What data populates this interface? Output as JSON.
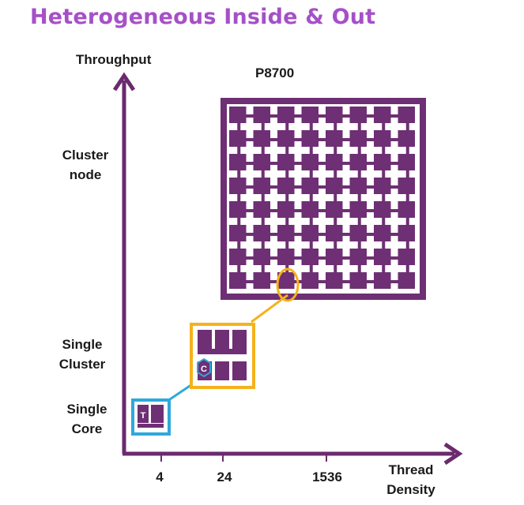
{
  "title": "Heterogeneous Inside & Out",
  "y_axis": {
    "name": "Throughput"
  },
  "x_axis": {
    "name_lines": [
      "Thread",
      "Density"
    ],
    "ticks": [
      "4",
      "24",
      "1536"
    ]
  },
  "levels": {
    "cluster_node": [
      "Cluster",
      "node"
    ],
    "single_cluster": [
      "Single",
      "Cluster"
    ],
    "single_core": [
      "Single",
      "Core"
    ]
  },
  "product": "P8700",
  "markers": {
    "core_thread": "T",
    "cluster_core": "C"
  },
  "colors": {
    "title": "#a550c8",
    "axis": "#6b2a6e",
    "grid": "#6e2f74",
    "cluster_highlight": "#f5b21b",
    "core_highlight": "#2fa8dc"
  },
  "grid_size": {
    "rows": 8,
    "cols": 8
  }
}
